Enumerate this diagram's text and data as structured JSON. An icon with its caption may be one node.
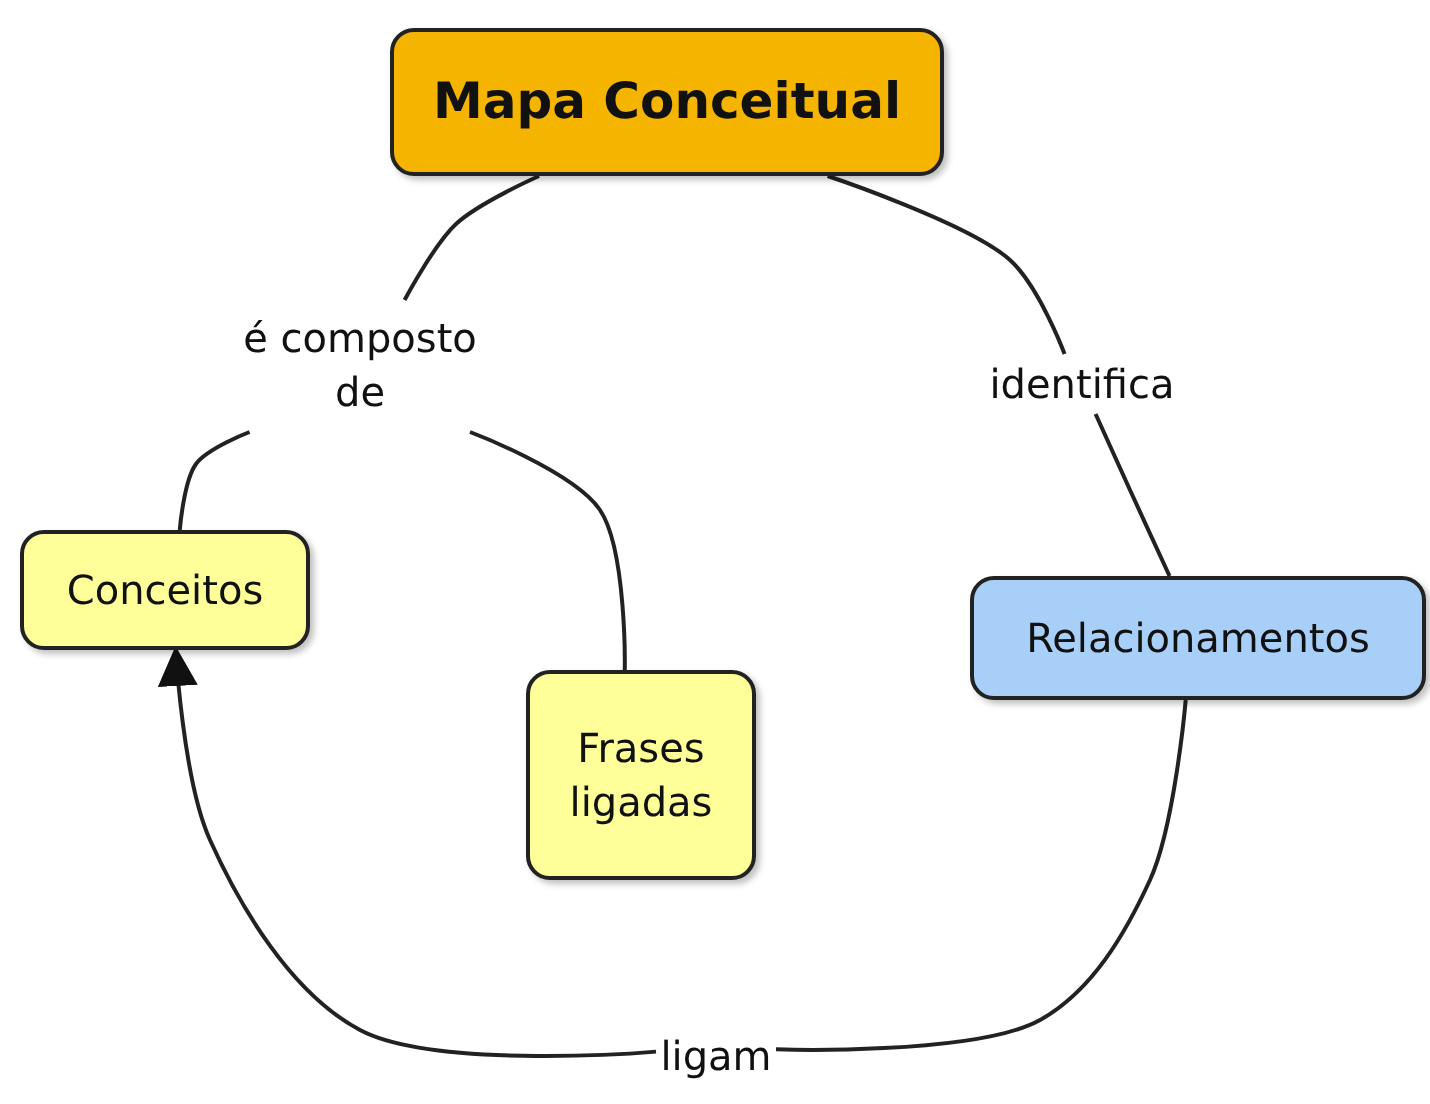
{
  "diagram": {
    "nodes": [
      {
        "text": [
          "Mapa Conceitual"
        ]
      },
      {
        "text": [
          "é composto de"
        ]
      },
      {
        "text": [
          "identifica"
        ]
      },
      {
        "text": [
          "Conceitos"
        ]
      },
      {
        "text": [
          "Frases ligadas"
        ]
      },
      {
        "text": [
          "Relacionamentos"
        ]
      },
      {
        "text": [
          "ligam"
        ]
      }
    ],
    "edges": [
      {
        "from": 0,
        "to": 1,
        "arrow": "none"
      },
      {
        "from": 1,
        "to": 3,
        "arrow": "none"
      },
      {
        "from": 1,
        "to": 4,
        "arrow": "none"
      },
      {
        "from": 0,
        "to": 2,
        "arrow": "none"
      },
      {
        "from": 2,
        "to": 5,
        "arrow": "none"
      },
      {
        "from": 5,
        "to": 6,
        "arrow": "none"
      },
      {
        "from": 6,
        "to": 3,
        "arrow": "to"
      }
    ]
  }
}
